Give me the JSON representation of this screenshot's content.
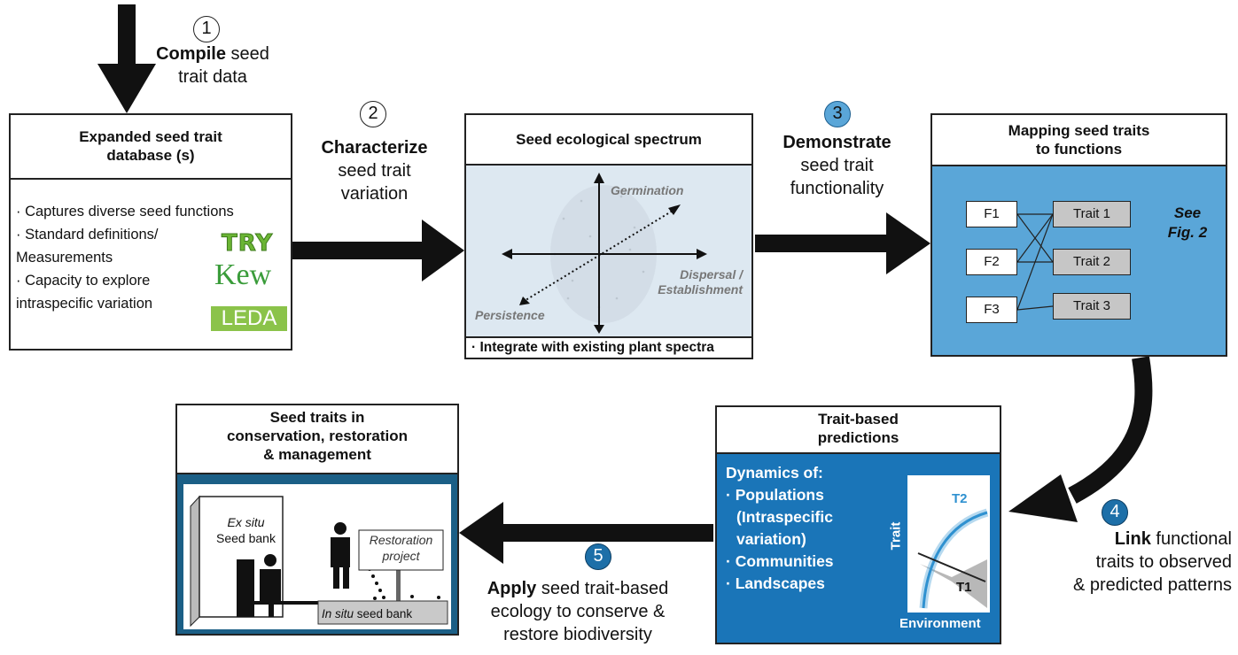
{
  "step1": {
    "num": "1",
    "bold": "Compile",
    "text1": " seed",
    "text2": "trait data"
  },
  "step2": {
    "num": "2",
    "bold": "Characterize",
    "text1": "seed trait",
    "text2": "variation"
  },
  "step3": {
    "num": "3",
    "bold": "Demonstrate",
    "text1": "seed trait",
    "text2": "functionality"
  },
  "step4": {
    "num": "4",
    "bold": "Link",
    "text1": " functional",
    "text2": "traits to observed",
    "text3": "& predicted patterns"
  },
  "step5": {
    "num": "5",
    "bold": "Apply",
    "text1": " seed trait-based",
    "text2": "ecology to conserve &",
    "text3": "restore biodiversity"
  },
  "database": {
    "title1": "Expanded seed trait",
    "title2": "database (s)",
    "bullets": [
      "· Captures diverse seed functions",
      "· Standard definitions/",
      "Measurements",
      "· Capacity to explore",
      "intraspecific variation"
    ],
    "logos": {
      "try": "TRY",
      "kew": "Kew",
      "leda": "LEDA"
    }
  },
  "spectrum": {
    "title": "Seed ecological spectrum",
    "axis_germination": "Germination",
    "axis_dispersal1": "Dispersal /",
    "axis_dispersal2": "Establishment",
    "axis_persistence": "Persistence",
    "footer": "· Integrate with existing plant spectra"
  },
  "mapping": {
    "title1": "Mapping seed traits",
    "title2": "to functions",
    "functions": [
      "F1",
      "F2",
      "F3"
    ],
    "traits": [
      "Trait 1",
      "Trait 2",
      "Trait 3"
    ],
    "see1": "See",
    "see2": "Fig. 2"
  },
  "predictions": {
    "title1": "Trait-based",
    "title2": "predictions",
    "dyn": "Dynamics of:",
    "items": [
      "· Populations",
      "(Intraspecific",
      "variation)",
      "· Communities",
      "· Landscapes"
    ],
    "plot_y": "Trait",
    "plot_x": "Environment",
    "t1": "T1",
    "t2": "T2"
  },
  "conservation": {
    "title1": "Seed traits in",
    "title2": "conservation, restoration",
    "title3": "& management",
    "exsitu1": "Ex situ",
    "exsitu2": "Seed bank",
    "restoration1": "Restoration",
    "restoration2": "project",
    "insitu_italic": "In situ",
    "insitu_rest": " seed bank"
  },
  "colors": {
    "panel_light": "#dde8f1",
    "panel_mid": "#5aa6d8",
    "panel_dark": "#1a75b8",
    "panel_navy": "#1b5f86",
    "arrow": "#111111"
  }
}
